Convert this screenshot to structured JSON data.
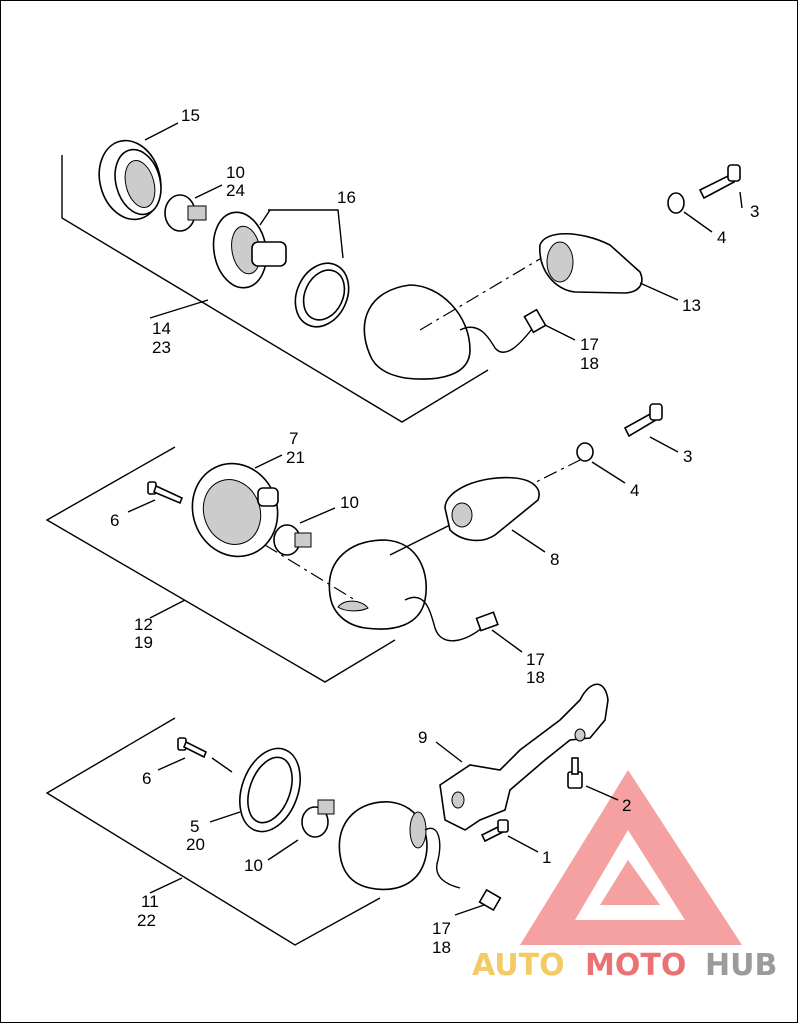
{
  "diagram": {
    "group1": {
      "housing_label": "15",
      "bulb_label_a": "10",
      "bulb_label_b": "24",
      "socket_label": "16",
      "screw_label": "3",
      "washer_label": "4",
      "mount_label": "13",
      "connector_label_a": "17",
      "connector_label_b": "18",
      "assembly_label_a": "14",
      "assembly_label_b": "23"
    },
    "group2": {
      "housing_label_a": "7",
      "housing_label_b": "21",
      "screw_small_label": "6",
      "bulb_label": "10",
      "screw_label": "3",
      "washer_label": "4",
      "mount_label": "8",
      "connector_label_a": "17",
      "connector_label_b": "18",
      "assembly_label_a": "12",
      "assembly_label_b": "19"
    },
    "group3": {
      "bracket_label": "9",
      "bolt_label": "2",
      "screw_small_label": "6",
      "ring_label_a": "5",
      "ring_label_b": "20",
      "screw_label": "1",
      "bulb_label": "10",
      "connector_label_a": "17",
      "connector_label_b": "18",
      "assembly_label_a": "11",
      "assembly_label_b": "22"
    }
  },
  "watermark": {
    "part1": "AUTO",
    "part2": "MOTO",
    "part3": "HUB",
    "color1": "#f0c24a",
    "color2": "#e85a5a",
    "color3": "#8a8a8a",
    "logo_color": "#ee5555"
  }
}
